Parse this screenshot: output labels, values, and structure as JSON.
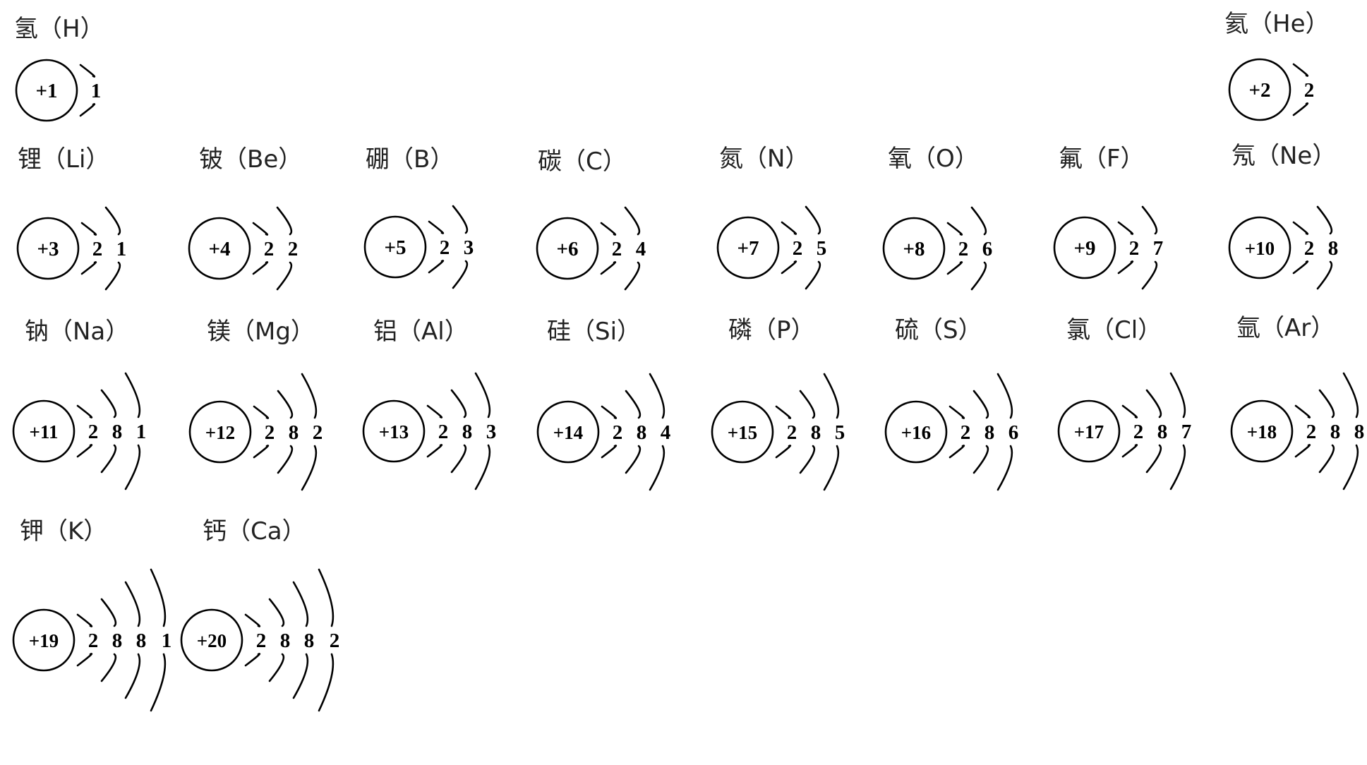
{
  "atoms": [
    {
      "label": "氢（H）",
      "nucleus": "+1",
      "shells": [
        "1"
      ]
    },
    {
      "label": "氦（He）",
      "nucleus": "+2",
      "shells": [
        "2"
      ]
    },
    {
      "label": "锂（Li）",
      "nucleus": "+3",
      "shells": [
        "2",
        "1"
      ]
    },
    {
      "label": "铍（Be）",
      "nucleus": "+4",
      "shells": [
        "2",
        "2"
      ]
    },
    {
      "label": "硼（B）",
      "nucleus": "+5",
      "shells": [
        "2",
        "3"
      ]
    },
    {
      "label": "碳（C）",
      "nucleus": "+6",
      "shells": [
        "2",
        "4"
      ]
    },
    {
      "label": "氮（N）",
      "nucleus": "+7",
      "shells": [
        "2",
        "5"
      ]
    },
    {
      "label": "氧（O）",
      "nucleus": "+8",
      "shells": [
        "2",
        "6"
      ]
    },
    {
      "label": "氟（F）",
      "nucleus": "+9",
      "shells": [
        "2",
        "7"
      ]
    },
    {
      "label": "氖（Ne）",
      "nucleus": "+10",
      "shells": [
        "2",
        "8"
      ]
    },
    {
      "label": "钠（Na）",
      "nucleus": "+11",
      "shells": [
        "2",
        "8",
        "1"
      ]
    },
    {
      "label": "镁（Mg）",
      "nucleus": "+12",
      "shells": [
        "2",
        "8",
        "2"
      ]
    },
    {
      "label": "铝（Al）",
      "nucleus": "+13",
      "shells": [
        "2",
        "8",
        "3"
      ]
    },
    {
      "label": "硅（Si）",
      "nucleus": "+14",
      "shells": [
        "2",
        "8",
        "4"
      ]
    },
    {
      "label": "磷（P）",
      "nucleus": "+15",
      "shells": [
        "2",
        "8",
        "5"
      ]
    },
    {
      "label": "硫（S）",
      "nucleus": "+16",
      "shells": [
        "2",
        "8",
        "6"
      ]
    },
    {
      "label": "氯（Cl）",
      "nucleus": "+17",
      "shells": [
        "2",
        "8",
        "7"
      ]
    },
    {
      "label": "氩（Ar）",
      "nucleus": "+18",
      "shells": [
        "2",
        "8",
        "8"
      ]
    },
    {
      "label": "钾（K）",
      "nucleus": "+19",
      "shells": [
        "2",
        "8",
        "8",
        "1"
      ]
    },
    {
      "label": "钙（Ca）",
      "nucleus": "+20",
      "shells": [
        "2",
        "8",
        "8",
        "2"
      ]
    }
  ]
}
